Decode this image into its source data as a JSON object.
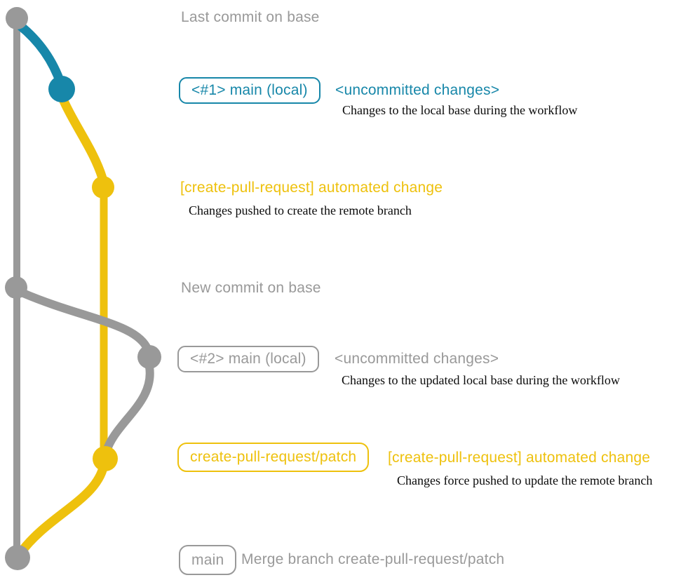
{
  "colors": {
    "gray": "#999999",
    "blue": "#1787a9",
    "yellow": "#eec10d",
    "caption_text": "#0a0a0a"
  },
  "annotations": {
    "row1": {
      "label": "Last commit on base"
    },
    "row2": {
      "badge": "<#1> main (local)",
      "message": "<uncommitted changes>",
      "caption": "Changes to the local base during the workflow"
    },
    "row3": {
      "message": "[create-pull-request] automated change",
      "caption": "Changes pushed to create the remote branch"
    },
    "row4": {
      "label": "New commit on base"
    },
    "row5": {
      "badge": "<#2> main (local)",
      "message": "<uncommitted changes>",
      "caption": "Changes to the updated local base during the workflow"
    },
    "row6": {
      "badge": "create-pull-request/patch",
      "message": "[create-pull-request] automated change",
      "caption": "Changes force pushed to update the remote branch"
    },
    "row7": {
      "badge": "main",
      "message": "Merge branch create-pull-request/patch"
    }
  }
}
